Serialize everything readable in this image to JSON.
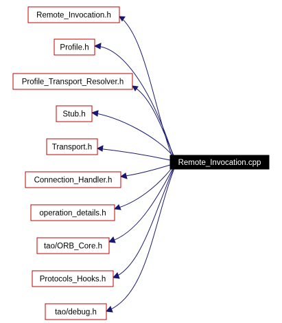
{
  "graph": {
    "root": {
      "label": "Remote_Invocation.cpp"
    },
    "includes": [
      {
        "label": "Remote_Invocation.h"
      },
      {
        "label": "Profile.h"
      },
      {
        "label": "Profile_Transport_Resolver.h"
      },
      {
        "label": "Stub.h"
      },
      {
        "label": "Transport.h"
      },
      {
        "label": "Connection_Handler.h"
      },
      {
        "label": "operation_details.h"
      },
      {
        "label": "tao/ORB_Core.h"
      },
      {
        "label": "Protocols_Hooks.h"
      },
      {
        "label": "tao/debug.h"
      }
    ],
    "colors": {
      "node_border": "#c00000",
      "root_fill": "#000000",
      "root_text": "#ffffff",
      "edge": "#191970"
    }
  }
}
